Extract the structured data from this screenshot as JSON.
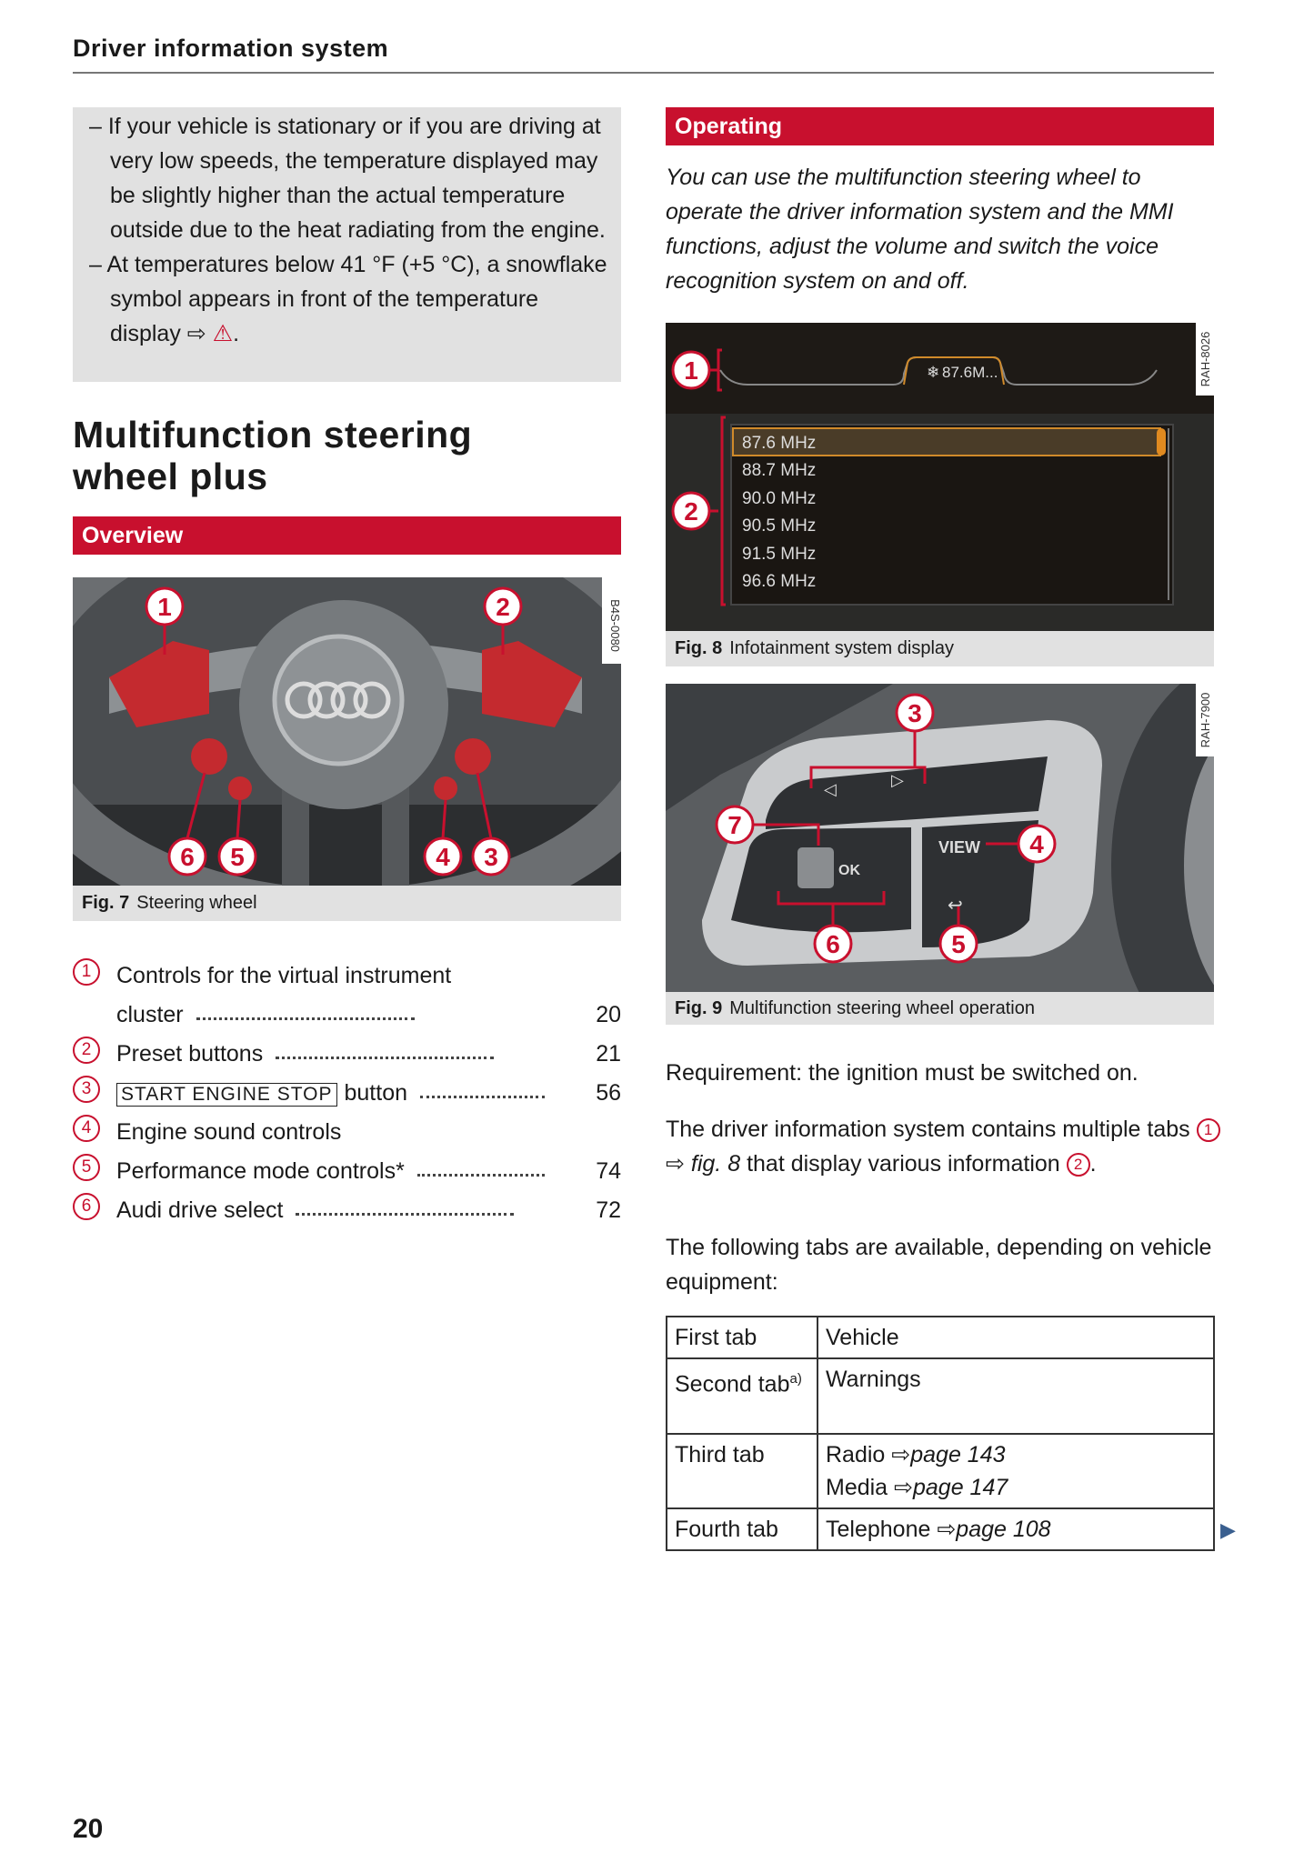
{
  "header": {
    "title": "Driver information system"
  },
  "note": {
    "items": [
      "– If your vehicle is stationary or if you are driving at very low speeds, the temperature displayed may be slightly higher than the actual temperature outside due to the heat radiating from the engine.",
      "– At temperatures below 41 °F (+5 °C), a snowflake symbol appears in front of the temperature display"
    ],
    "ref_arrow": "⇨",
    "warning_icon": "⚠",
    "end": "."
  },
  "section": {
    "title": "Multifunction steering wheel plus"
  },
  "overview": {
    "heading": "Overview",
    "figure": {
      "code": "B4S-0080",
      "callouts": [
        "1",
        "2",
        "3",
        "4",
        "5",
        "6"
      ],
      "caption_num": "Fig. 7",
      "caption": "Steering wheel"
    },
    "legend": [
      {
        "num": "1",
        "text": "Controls for the virtual instrument",
        "text2": "cluster",
        "page": "20"
      },
      {
        "num": "2",
        "text": "Preset buttons",
        "page": "21"
      },
      {
        "num": "3",
        "key": "START ENGINE STOP",
        "text": "button",
        "page": "56"
      },
      {
        "num": "4",
        "text": "Engine sound controls",
        "page": ""
      },
      {
        "num": "5",
        "text": "Performance mode controls*",
        "page": "74"
      },
      {
        "num": "6",
        "text": "Audi drive select",
        "page": "72"
      }
    ]
  },
  "operating": {
    "heading": "Operating",
    "intro": "You can use the multifunction steering wheel to operate the driver information system and the MMI functions, adjust the volume and switch the voice recognition system on and off.",
    "fig8": {
      "code": "RAH-8026",
      "tab_label": "87.6M...",
      "stations": [
        "87.6 MHz",
        "88.7 MHz",
        "90.0 MHz",
        "90.5 MHz",
        "91.5 MHz",
        "96.6 MHz"
      ],
      "callouts": [
        "1",
        "2"
      ],
      "caption_num": "Fig. 8",
      "caption": "Infotainment system display"
    },
    "fig9": {
      "code": "RAH-7900",
      "view_label": "VIEW",
      "ok_label": "OK",
      "callouts": [
        "3",
        "4",
        "5",
        "6",
        "7"
      ],
      "caption_num": "Fig. 9",
      "caption": "Multifunction steering wheel operation"
    },
    "requirement": "Requirement: the ignition must be switched on.",
    "para1": {
      "a": "The driver information system contains multiple tabs",
      "c1": "1",
      "arrow": "⇨",
      "figref": "fig. 8",
      "b": "that display various information",
      "c2": "2",
      "end": "."
    },
    "para2": "The following tabs are available, depending on vehicle equipment:",
    "table": [
      {
        "tab": "First tab",
        "content": [
          {
            "text": "Vehicle"
          }
        ]
      },
      {
        "tab": "Second tab",
        "sup": "a)",
        "content": [
          {
            "text": "Warnings"
          }
        ]
      },
      {
        "tab": "Third tab",
        "content": [
          {
            "text": "Radio",
            "arrow": "⇨",
            "ref": "page 143"
          },
          {
            "text": "Media",
            "arrow": "⇨",
            "ref": "page 147"
          }
        ]
      },
      {
        "tab": "Fourth tab",
        "content": [
          {
            "text": "Telephone",
            "arrow": "⇨",
            "ref": "page 108"
          }
        ]
      }
    ],
    "continue_icon": "▶"
  },
  "footer": {
    "page_number": "20"
  }
}
